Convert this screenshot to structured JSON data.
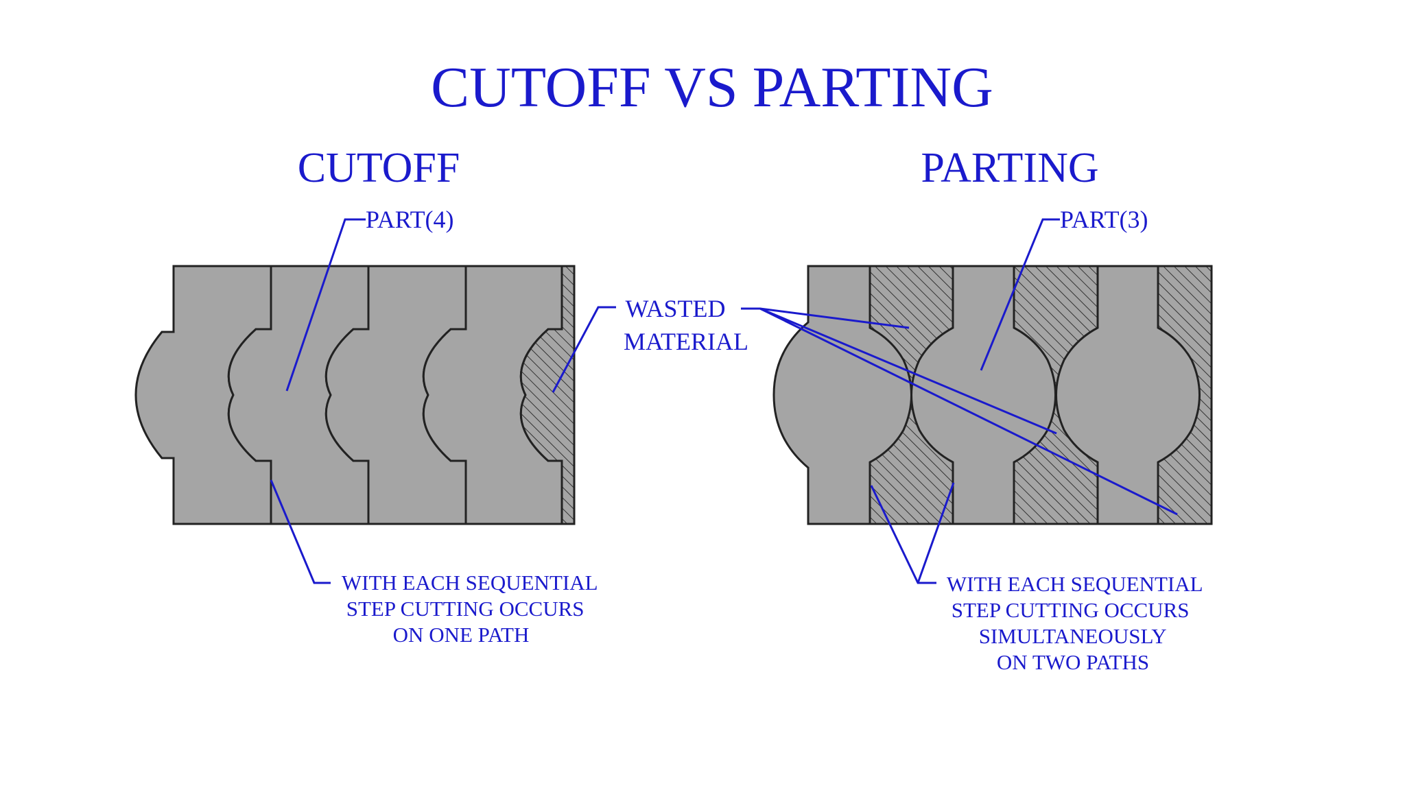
{
  "title": "CUTOFF VS PARTING",
  "cutoff": {
    "heading": "CUTOFF",
    "part_label": "PART(4)",
    "note_lines": [
      "WITH EACH SEQUENTIAL",
      "STEP CUTTING OCCURS",
      "ON ONE PATH"
    ]
  },
  "center": {
    "wasted_lines": [
      "WASTED",
      "MATERIAL"
    ]
  },
  "parting": {
    "heading": "PARTING",
    "part_label": "PART(3)",
    "note_lines": [
      "WITH EACH SEQUENTIAL",
      "STEP CUTTING OCCURS",
      "SIMULTANEOUSLY",
      "ON TWO PATHS"
    ]
  },
  "colors": {
    "text": "#1a1acc",
    "part_fill": "#a5a5a5",
    "outline": "#222222"
  }
}
